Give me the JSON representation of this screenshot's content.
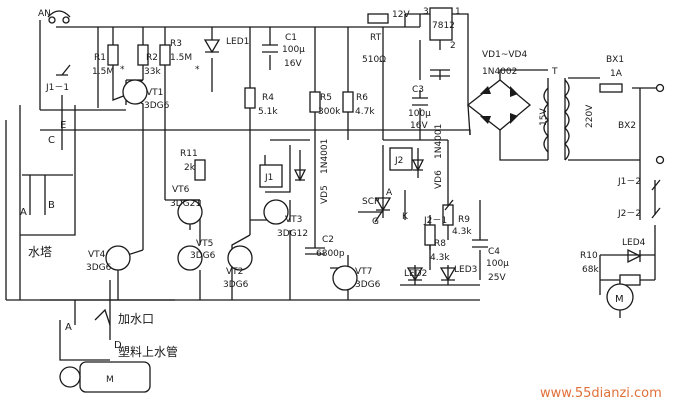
{
  "labels": {
    "AN": "AN",
    "J1_1": "J1－1",
    "R1": "R1",
    "R1_val": "1.5M",
    "star1": "*",
    "R2": "R2",
    "R2_val": "33k",
    "R3": "R3",
    "R3_val": "1.5M",
    "star3": "*",
    "LED1": "LED1",
    "C1": "C1",
    "C1_val1": "100μ",
    "C1_val2": "16V",
    "RT": "RT",
    "RT_val": "510Ω",
    "V12": "12V",
    "pin3": "3",
    "pin1": "1",
    "pin2": "2",
    "reg": "7812",
    "VD1_4": "VD1~VD4",
    "VD_part": "1N4002",
    "T": "T",
    "BX1": "BX1",
    "BX1_val": "1A",
    "BX2": "BX2",
    "V15": "15V",
    "V220": "220V",
    "VT1": "VT1",
    "VT1_part": "3DG6",
    "R4": "R4",
    "R4_val": "5.1k",
    "R5": "R5",
    "R5_val": "300k",
    "R6": "R6",
    "R6_val": "4.7k",
    "C3": "C3",
    "C3_val1": "100μ",
    "C3_val2": "16V",
    "C": "C",
    "E": "E",
    "R11": "R11",
    "R11_val": "2k",
    "J1": "J1",
    "VD5": "VD5",
    "VD5_part": "1N4001",
    "J2": "J2",
    "VD6": "VD6",
    "VD6_part": "1N4001",
    "VT6": "VT6",
    "VT6_part": "3DG21",
    "VT3": "VT3",
    "VT3_part": "3DG12",
    "SCR": "SCR",
    "A_scr": "A",
    "K": "K",
    "G": "G",
    "J2_1": "J2－1",
    "R9": "R9",
    "R9_val": "4.3k",
    "J1_2": "J1－2",
    "J2_2": "J2－2",
    "A_tank": "A",
    "B_tank": "B",
    "tank": "水塔",
    "VT5": "VT5",
    "VT5_part": "3DG6",
    "C2": "C2",
    "C2_val": "6800p",
    "R8": "R8",
    "R8_val": "4.3k",
    "C4": "C4",
    "C4_val1": "100μ",
    "C4_val2": "25V",
    "LED4": "LED4",
    "R10": "R10",
    "R10_val": "68k",
    "VT4": "VT4",
    "VT4_part": "3DG6",
    "VT2": "VT2",
    "VT2_part": "3DG6",
    "VT7": "VT7",
    "VT7_part": "3DG6",
    "LED2": "LED2",
    "LED3": "LED3",
    "inlet": "加水口",
    "A_in": "A",
    "D_in": "D",
    "pipe": "塑料上水管",
    "M_pump": "M",
    "M_motor": "M",
    "watermark": "www.55dianzi.com"
  }
}
